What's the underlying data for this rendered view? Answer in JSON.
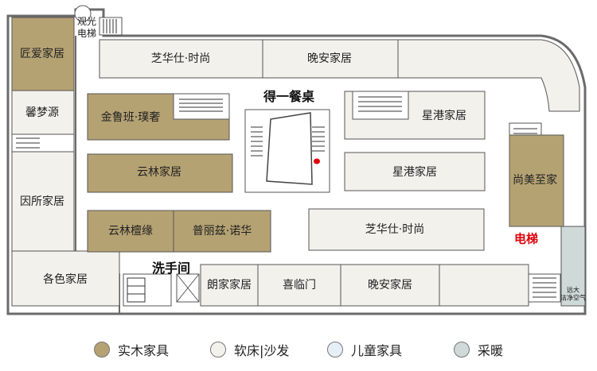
{
  "colors": {
    "solid_wood": "#b5a273",
    "soft_bed": "#f3f1ec",
    "kids": "#e6eef6",
    "heating": "#cfdad8",
    "wall": "#6b6b6b",
    "corridor": "#ffffff",
    "elevator_text": "#e0000a"
  },
  "stores": {
    "jiangai": "匠爱家居",
    "xinmengyuan": "馨梦源",
    "yinsuo": "因所家居",
    "gese": "各色家居",
    "sightseeing": "观光\n电梯",
    "zhihuashi_top": "芝华仕·时尚",
    "wanan_top": "晚安家居",
    "jinluban": "金鲁班·璞奢",
    "yunlin": "云林家居",
    "yunlin_tan": "云林檀缘",
    "puliz": "普丽兹·诺华",
    "deyi_title": "得一餐桌",
    "xinggang_1": "星港家居",
    "xinggang_2": "星港家居",
    "zhihuashi_mid": "芝华仕·时尚",
    "shangmei": "尚美至家",
    "elevator": "电梯",
    "restroom": "洗手间",
    "langjia": "朗家家居",
    "xilinmen": "喜临门",
    "wanan_bottom": "晚安家居",
    "yuanda": "远大\n洁净空气"
  },
  "legend": [
    {
      "label": "实木家具",
      "color": "#b5a273"
    },
    {
      "label": "软床|沙发",
      "color": "#f3f1ec"
    },
    {
      "label": "儿童家具",
      "color": "#e6eef6"
    },
    {
      "label": "采暖",
      "color": "#cfdad8"
    }
  ],
  "icons": [
    "stairs-icon",
    "escalator-icon",
    "elevator-icon",
    "restroom-icon"
  ]
}
